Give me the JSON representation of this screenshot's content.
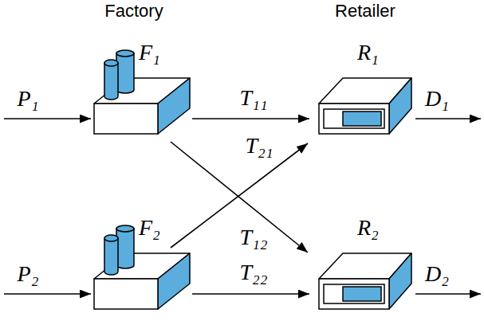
{
  "diagram": {
    "nodes": [
      {
        "text": [
          "F₁"
        ]
      },
      {
        "text": [
          "R₁"
        ]
      },
      {
        "text": [
          "F₂"
        ]
      },
      {
        "text": [
          "R₂"
        ]
      }
    ],
    "edges": [
      {
        "from": 0,
        "to": 1,
        "label": "T₁₁",
        "arrow": "to"
      },
      {
        "from": 2,
        "to": 1,
        "label": "T₂₁",
        "arrow": "to"
      },
      {
        "from": 0,
        "to": 3,
        "label": "T₁₂",
        "arrow": "to"
      },
      {
        "from": 2,
        "to": 3,
        "label": "T₂₂",
        "arrow": "to"
      }
    ],
    "labels": [
      "Factory",
      "Retailer",
      "P₁",
      "D₁",
      "P₂",
      "D₂"
    ]
  }
}
